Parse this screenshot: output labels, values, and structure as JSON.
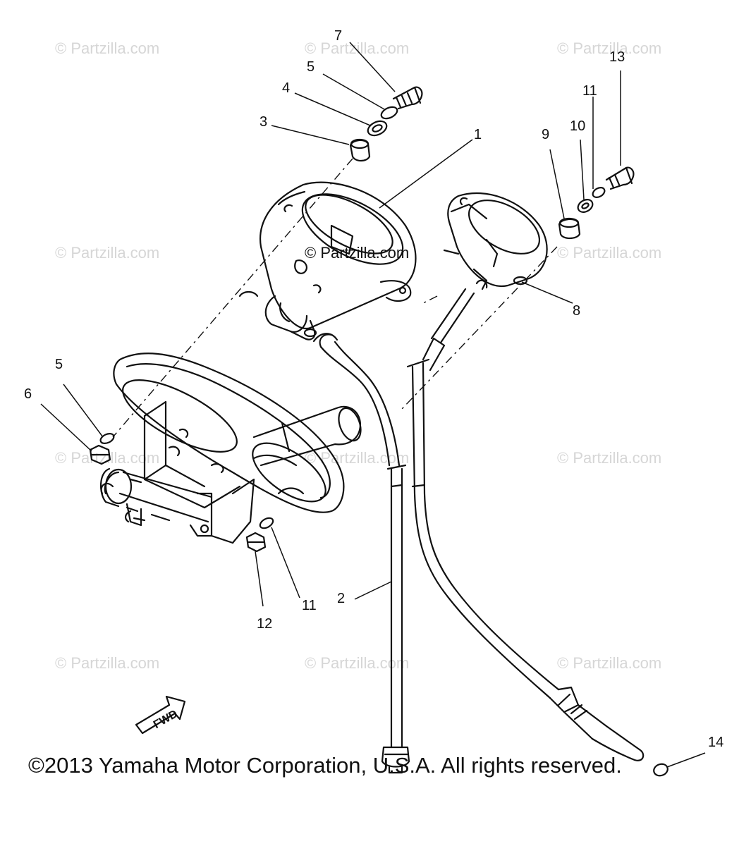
{
  "watermark": "© Partzilla.com",
  "center_watermark": "© Partzilla.com",
  "callouts": {
    "c1": "1",
    "c2": "2",
    "c3": "3",
    "c4": "4",
    "c5a": "5",
    "c5b": "5",
    "c6": "6",
    "c7": "7",
    "c8": "8",
    "c9": "9",
    "c10": "10",
    "c11a": "11",
    "c11b": "11",
    "c12": "12",
    "c13": "13",
    "c14": "14"
  },
  "fwd_label": "FWD",
  "copyright": "©2013 Yamaha Motor Corporation, U.S.A. All rights reserved."
}
